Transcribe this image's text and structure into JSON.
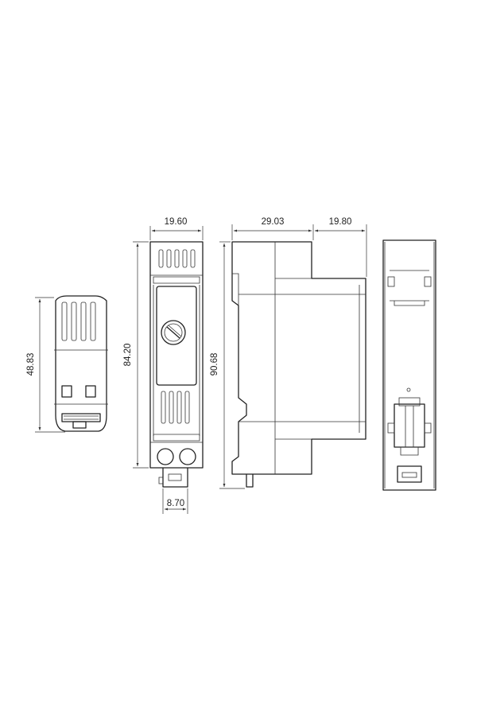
{
  "dimensions": {
    "side_height": "48.83",
    "front_width": "19.60",
    "front_height": "84.20",
    "rail_clip_width": "8.70",
    "profile_height": "90.68",
    "profile_depth_a": "29.03",
    "profile_depth_b": "19.80"
  },
  "colors": {
    "line": "#222222",
    "background": "#ffffff"
  }
}
